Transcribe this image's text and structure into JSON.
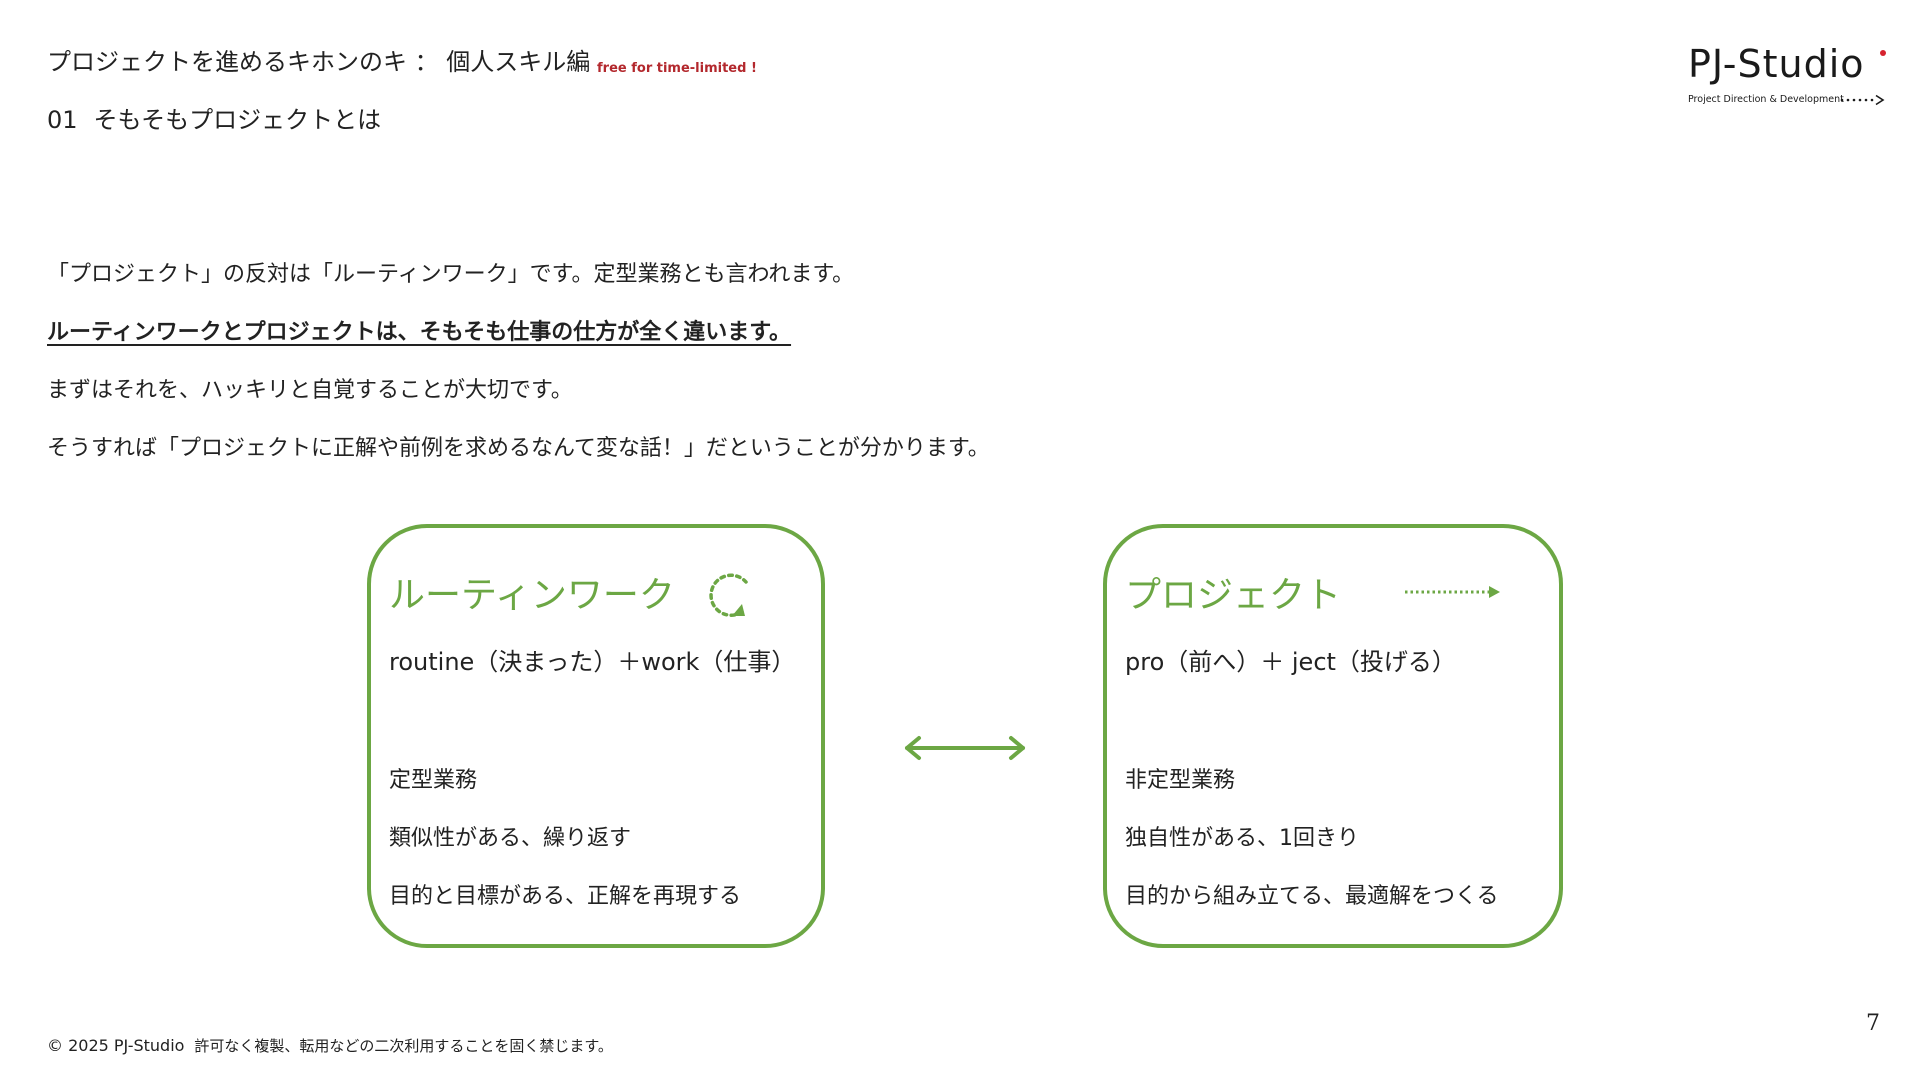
{
  "header": {
    "course_title": "プロジェクトを進めるキホンのキ ： 個人スキル編",
    "promo": "free for time-limited !",
    "section_number": "01",
    "section_title": "そもそもプロジェクトとは"
  },
  "logo": {
    "name": "PJ-Studio",
    "tagline": "Project Direction & Development",
    "accent_color": "#d6232f"
  },
  "intro": {
    "line1": "「プロジェクト」の反対は「ルーティンワーク」です。定型業務とも言われます。",
    "line2": "ルーティンワークとプロジェクトは、そもそも仕事の仕方が全く違います。",
    "line3": "まずはそれを、ハッキリと自覚することが大切です。",
    "line4": "そうすれば「プロジェクトに正解や前例を求めるなんて変な話！」だということが分かります。"
  },
  "comparison": {
    "accent_color": "#6ca744",
    "routine": {
      "title": "ルーティンワーク",
      "etymology": "routine（決まった）＋work（仕事）",
      "icon": "cycle-icon",
      "items": [
        "定型業務",
        "類似性がある、繰り返す",
        "目的と目標がある、正解を再現する"
      ]
    },
    "project": {
      "title": "プロジェクト",
      "etymology": "pro（前へ）＋ ject（投げる）",
      "icon": "dotted-arrow-icon",
      "items": [
        "非定型業務",
        "独自性がある、1回きり",
        "目的から組み立てる、最適解をつくる"
      ]
    }
  },
  "footer": {
    "copyright": "© 2025 PJ-Studio",
    "notice": "許可なく複製、転用などの二次利用することを固く禁じます。"
  },
  "page_number": "7"
}
